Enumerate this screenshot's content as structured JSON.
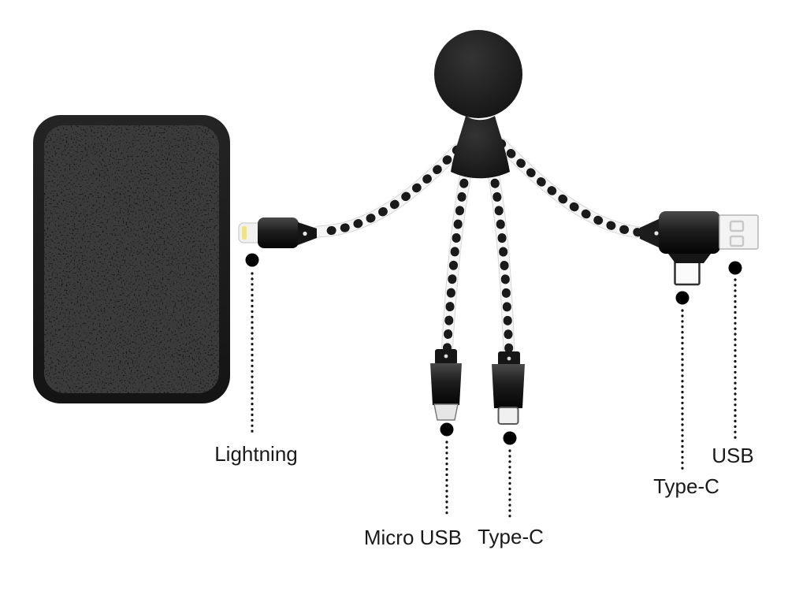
{
  "product": {
    "labels": {
      "lightning": "Lightning",
      "micro_usb": "Micro USB",
      "type_c_bottom": "Type-C",
      "type_c_right": "Type-C",
      "usb": "USB"
    },
    "colors": {
      "background": "#ffffff",
      "label_text": "#1a1a1a",
      "dot_black": "#000000",
      "figure_black": "#1c1c1c",
      "cable_black": "#1a1a1a",
      "cable_white": "#f6f6f6",
      "powerbank_panel": "#3b3b3b",
      "metal_silver": "#f3f3f3",
      "lightning_contact_yellow": "#f2e47c"
    }
  }
}
